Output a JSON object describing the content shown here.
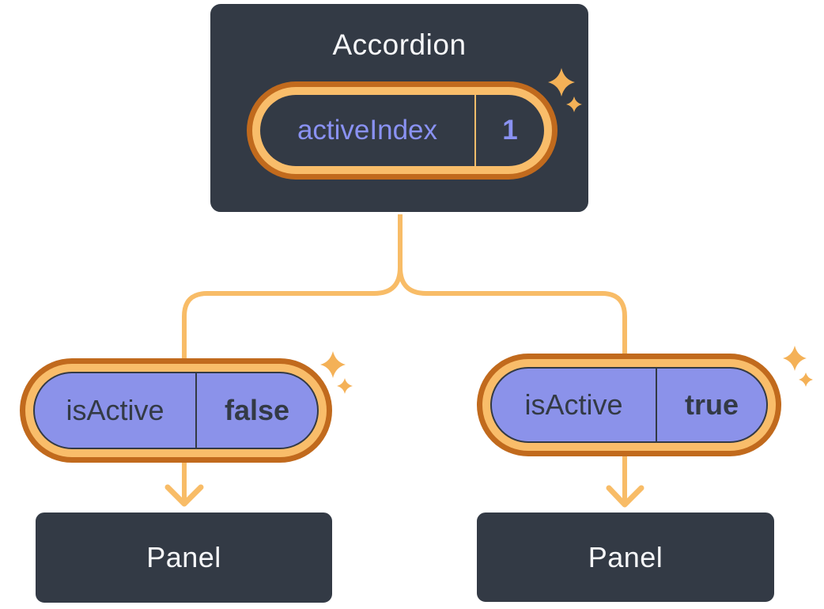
{
  "diagram": {
    "accordion": {
      "title": "Accordion",
      "state": {
        "name": "activeIndex",
        "value": "1"
      }
    },
    "branches": [
      {
        "side": "left",
        "prop_name": "isActive",
        "prop_value": "false",
        "panel_label": "Panel"
      },
      {
        "side": "right",
        "prop_name": "isActive",
        "prop_value": "true",
        "panel_label": "Panel"
      }
    ]
  },
  "icons": {
    "sparkle": "✦"
  },
  "colors": {
    "background": "#FFFFFF",
    "box_fill": "#333A45",
    "box_border": "#FFFFFF",
    "box_text": "#F6F7F9",
    "pill_ring_outer": "#C16A1D",
    "pill_ring_inner": "#F9BD6A",
    "pill_purple_fill": "#8B92EA",
    "state_text_purple": "#8A92F3",
    "prop_text_dark": "#333A45",
    "connector_line": "#F8BC67",
    "sparkle": "#F4B157"
  }
}
